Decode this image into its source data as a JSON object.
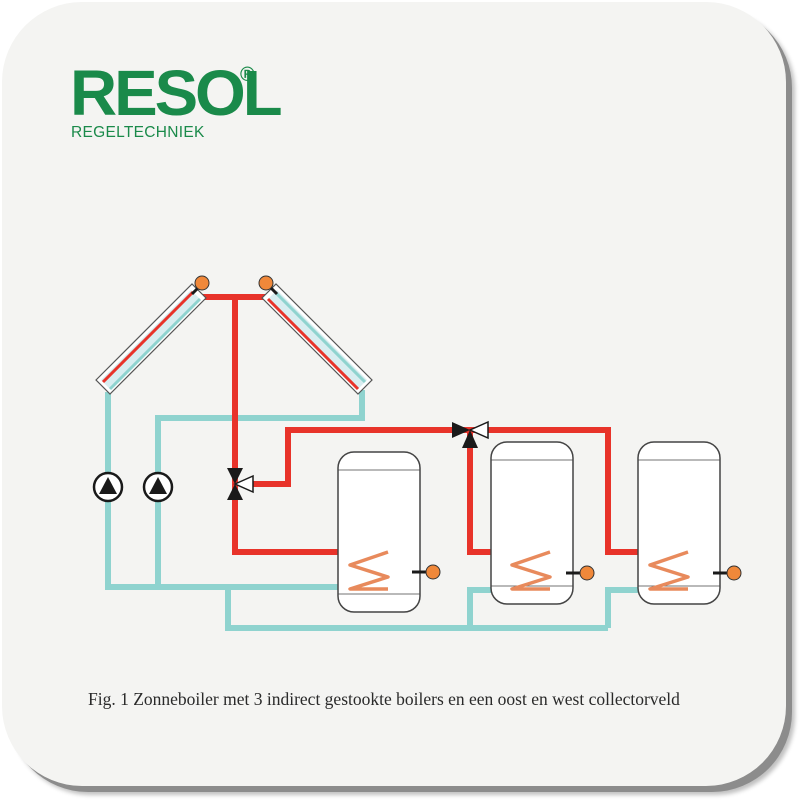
{
  "logo": {
    "brand": "RESOL",
    "registered": "®",
    "subtitle": "REGELTECHNIEK"
  },
  "caption": "Fig. 1 Zonneboiler met 3 indirect gestookte boilers en een oost en west collectorveld",
  "colors": {
    "background": "#f4f4f2",
    "brand_green": "#1a8a4a",
    "flow_red": "#e8332a",
    "return_teal": "#8fd3cf",
    "sensor_orange": "#f0883a",
    "component_black": "#1a1a1a"
  },
  "components": {
    "collectors": [
      "collector-east",
      "collector-west"
    ],
    "pumps": [
      "pump-east",
      "pump-west"
    ],
    "valves": [
      "valve-diverter-left",
      "valve-diverter-top"
    ],
    "boilers": [
      "boiler-1",
      "boiler-2",
      "boiler-3"
    ]
  }
}
